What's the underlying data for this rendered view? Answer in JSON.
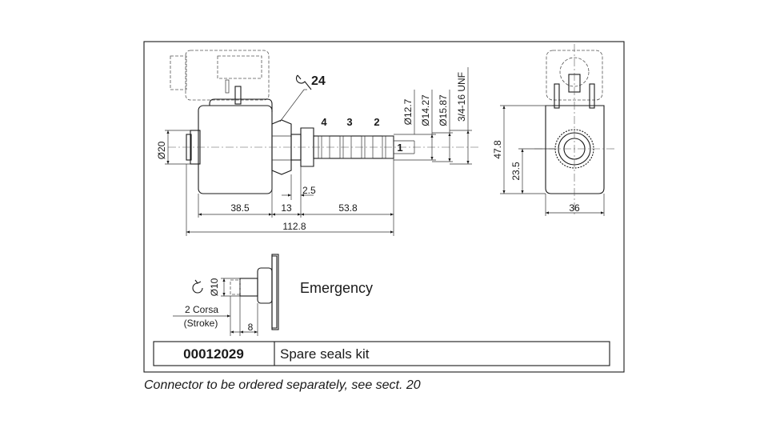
{
  "dimensions": {
    "d20": "Ø20",
    "d127": "Ø12.7",
    "d1427": "Ø14.27",
    "d1587": "Ø15.87",
    "thread": "3/4-16 UNF",
    "l385": "38.5",
    "l13": "13",
    "l538": "53.8",
    "l25": "2.5",
    "l1128": "112.8",
    "h478": "47.8",
    "h235": "23.5",
    "w36": "36",
    "d10": "Ø10",
    "l8": "8"
  },
  "ports": [
    "4",
    "3",
    "2",
    "1"
  ],
  "wrench_size": "24",
  "emergency": {
    "label": "Emergency",
    "stroke_it": "2 Corsa",
    "stroke_en": "(Stroke)"
  },
  "table": {
    "code": "00012029",
    "description": "Spare seals kit"
  },
  "footer_note": "Connector to be ordered separately,  see sect. 20"
}
